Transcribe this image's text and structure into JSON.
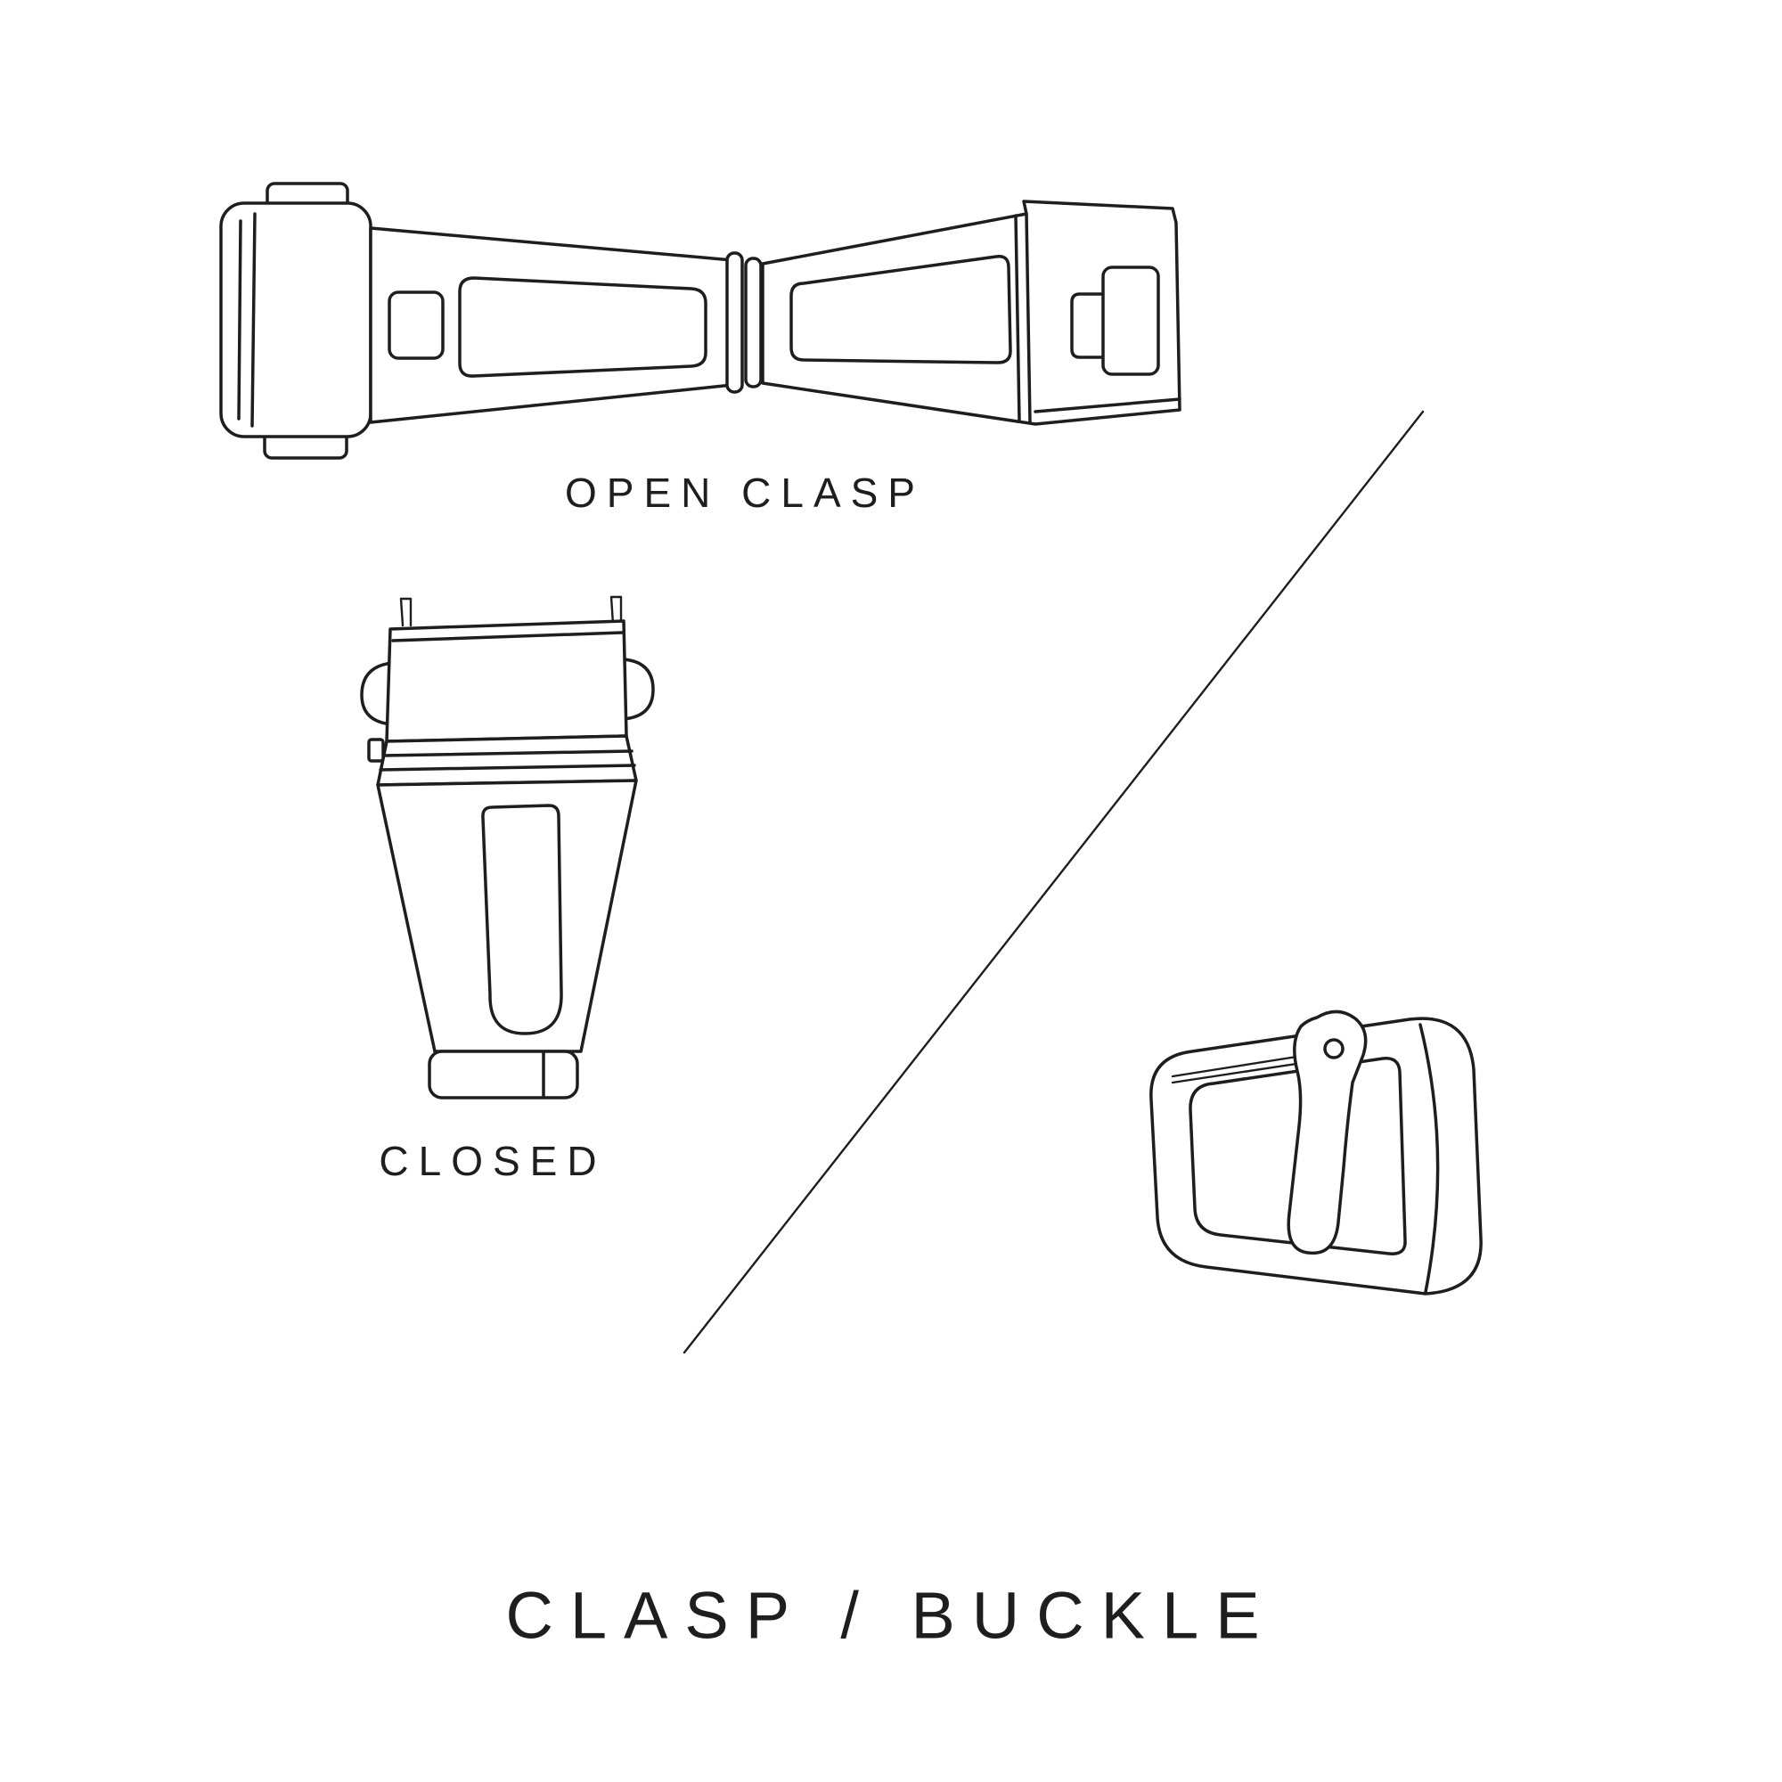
{
  "page": {
    "background": "#ffffff",
    "ink_color": "#1e1e1e",
    "title": "CLASP / BUCKLE"
  },
  "labels": {
    "open_clasp": "OPEN CLASP",
    "closed": "CLOSED"
  },
  "figures": [
    {
      "id": "open-clasp",
      "caption": "OPEN CLASP",
      "description": "deployment clasp shown opened flat"
    },
    {
      "id": "closed-clasp",
      "caption": "CLOSED",
      "description": "deployment clasp shown closed, top view"
    },
    {
      "id": "pin-buckle",
      "caption": "",
      "description": "tang pin buckle"
    }
  ]
}
